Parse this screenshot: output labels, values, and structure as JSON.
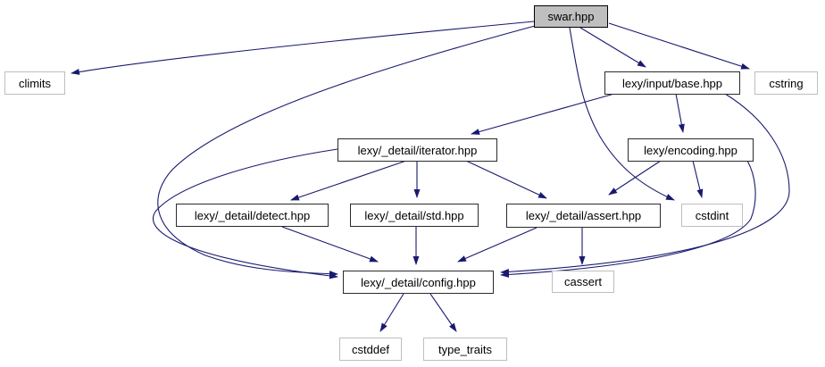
{
  "diagram": {
    "type": "doxygen-include-dependency-graph",
    "root_file": "swar.hpp",
    "colors": {
      "edge": "#191970",
      "internal_node_border": "#2b2b2b",
      "system_node_border": "#bebebe",
      "root_node_fill": "#bfbfbf",
      "node_fill": "#ffffff",
      "text": "#000000",
      "background": "#ffffff"
    },
    "nodes": [
      {
        "id": "swar",
        "label": "swar.hpp",
        "kind": "root"
      },
      {
        "id": "climits",
        "label": "climits",
        "kind": "system"
      },
      {
        "id": "base",
        "label": "lexy/input/base.hpp",
        "kind": "internal"
      },
      {
        "id": "cstring",
        "label": "cstring",
        "kind": "system"
      },
      {
        "id": "iterator",
        "label": "lexy/_detail/iterator.hpp",
        "kind": "internal"
      },
      {
        "id": "encoding",
        "label": "lexy/encoding.hpp",
        "kind": "internal"
      },
      {
        "id": "detect",
        "label": "lexy/_detail/detect.hpp",
        "kind": "internal"
      },
      {
        "id": "std",
        "label": "lexy/_detail/std.hpp",
        "kind": "internal"
      },
      {
        "id": "assert",
        "label": "lexy/_detail/assert.hpp",
        "kind": "internal"
      },
      {
        "id": "cstdint",
        "label": "cstdint",
        "kind": "system"
      },
      {
        "id": "config",
        "label": "lexy/_detail/config.hpp",
        "kind": "internal"
      },
      {
        "id": "cassert",
        "label": "cassert",
        "kind": "system"
      },
      {
        "id": "cstddef",
        "label": "cstddef",
        "kind": "system"
      },
      {
        "id": "type_traits",
        "label": "type_traits",
        "kind": "system"
      }
    ],
    "edges": [
      {
        "from": "swar.hpp",
        "to": "climits"
      },
      {
        "from": "swar.hpp",
        "to": "lexy/input/base.hpp"
      },
      {
        "from": "swar.hpp",
        "to": "cstring"
      },
      {
        "from": "swar.hpp",
        "to": "cstdint"
      },
      {
        "from": "swar.hpp",
        "to": "lexy/_detail/config.hpp"
      },
      {
        "from": "lexy/input/base.hpp",
        "to": "lexy/_detail/iterator.hpp"
      },
      {
        "from": "lexy/input/base.hpp",
        "to": "lexy/encoding.hpp"
      },
      {
        "from": "lexy/input/base.hpp",
        "to": "lexy/_detail/config.hpp"
      },
      {
        "from": "lexy/_detail/iterator.hpp",
        "to": "lexy/_detail/detect.hpp"
      },
      {
        "from": "lexy/_detail/iterator.hpp",
        "to": "lexy/_detail/std.hpp"
      },
      {
        "from": "lexy/_detail/iterator.hpp",
        "to": "lexy/_detail/assert.hpp"
      },
      {
        "from": "lexy/_detail/iterator.hpp",
        "to": "lexy/_detail/config.hpp"
      },
      {
        "from": "lexy/encoding.hpp",
        "to": "lexy/_detail/assert.hpp"
      },
      {
        "from": "lexy/encoding.hpp",
        "to": "cstdint"
      },
      {
        "from": "lexy/encoding.hpp",
        "to": "lexy/_detail/config.hpp"
      },
      {
        "from": "lexy/_detail/detect.hpp",
        "to": "lexy/_detail/config.hpp"
      },
      {
        "from": "lexy/_detail/std.hpp",
        "to": "lexy/_detail/config.hpp"
      },
      {
        "from": "lexy/_detail/assert.hpp",
        "to": "lexy/_detail/config.hpp"
      },
      {
        "from": "lexy/_detail/assert.hpp",
        "to": "cassert"
      },
      {
        "from": "lexy/_detail/config.hpp",
        "to": "cstddef"
      },
      {
        "from": "lexy/_detail/config.hpp",
        "to": "type_traits"
      }
    ]
  }
}
